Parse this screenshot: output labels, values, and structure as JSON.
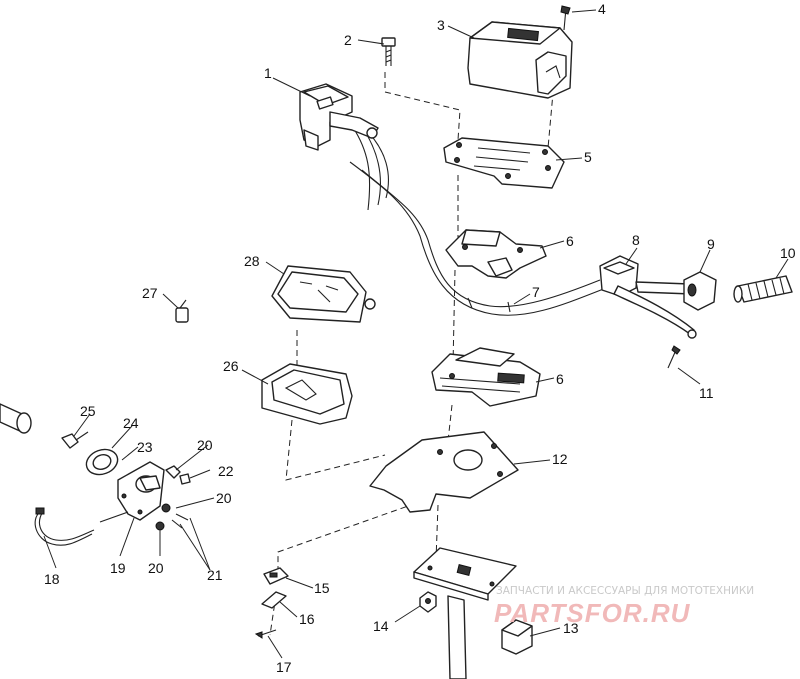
{
  "callouts": [
    "1",
    "2",
    "3",
    "4",
    "5",
    "6",
    "6",
    "7",
    "8",
    "9",
    "10",
    "11",
    "12",
    "13",
    "14",
    "15",
    "16",
    "17",
    "18",
    "19",
    "20",
    "20",
    "20",
    "21",
    "22",
    "23",
    "24",
    "25",
    "26",
    "27",
    "28"
  ],
  "watermark": {
    "tagline": "ЗАПЧАСТИ И АКСЕССУАРЫ ДЛЯ МОТОТЕХНИКИ",
    "brand": "PARTSFOR.RU"
  },
  "colors": {
    "line": "#222222",
    "watermark_text": "#c9c9c9",
    "watermark_brand": "#f1b9b9"
  }
}
